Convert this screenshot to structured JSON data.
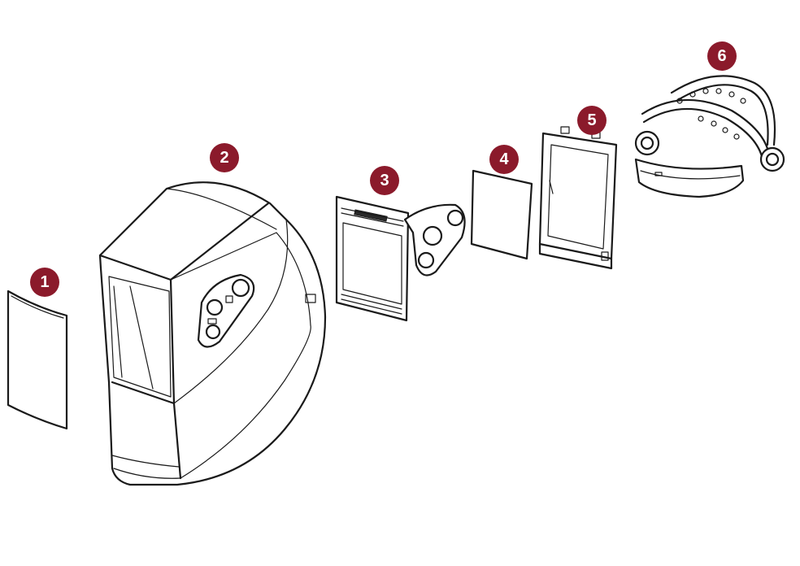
{
  "accent_color": "#8b1a2b",
  "parts": [
    {
      "number": "1",
      "icon": "protective-lens-icon"
    },
    {
      "number": "2",
      "icon": "helmet-shell-icon"
    },
    {
      "number": "3",
      "icon": "auto-darkening-filter-icon"
    },
    {
      "number": "4",
      "icon": "inner-lens-icon"
    },
    {
      "number": "5",
      "icon": "filter-frame-icon"
    },
    {
      "number": "6",
      "icon": "headgear-icon"
    }
  ]
}
